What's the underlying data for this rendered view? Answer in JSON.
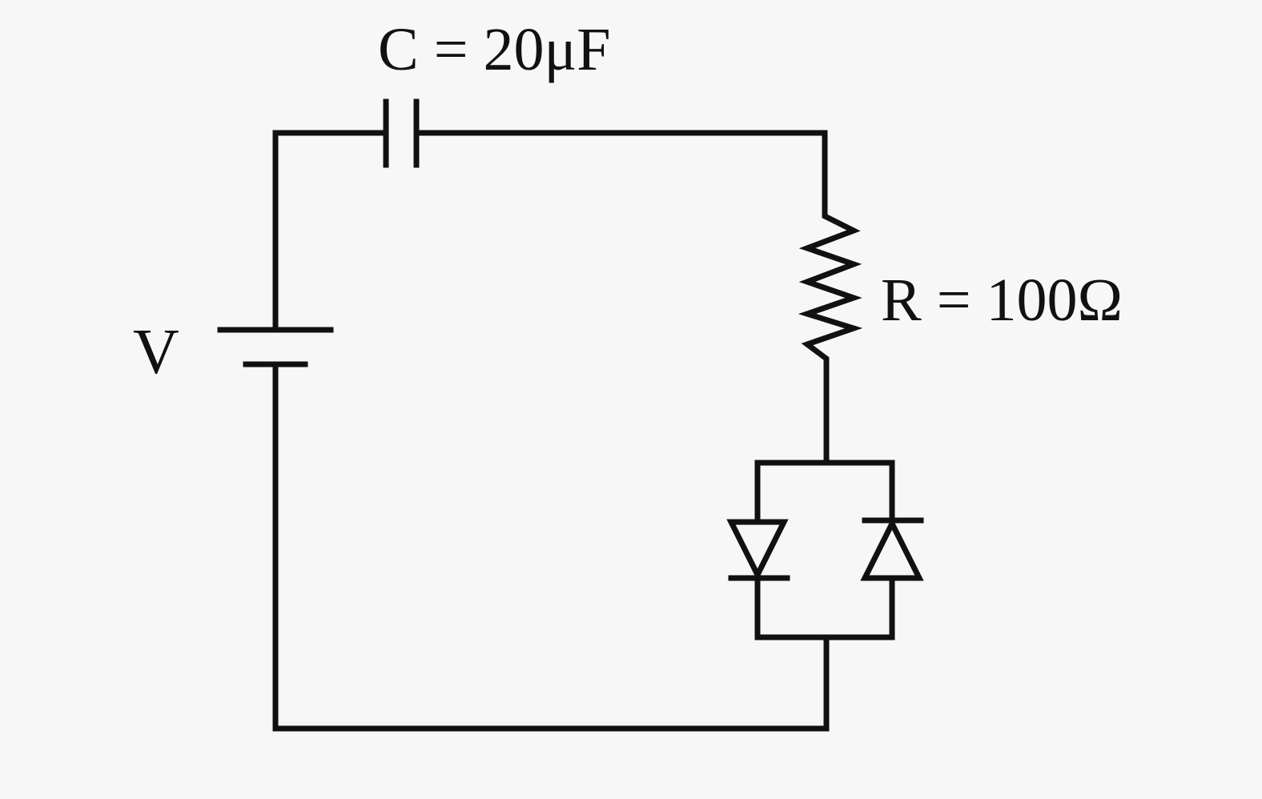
{
  "diagram": {
    "labels": {
      "capacitor": "C = 20μF",
      "resistor": "R = 100Ω",
      "source": "V"
    },
    "components": [
      {
        "type": "dc-voltage-source",
        "label_ref": "source"
      },
      {
        "type": "capacitor",
        "label_ref": "capacitor"
      },
      {
        "type": "resistor",
        "label_ref": "resistor"
      },
      {
        "type": "diode",
        "orientation": "pointing-down"
      },
      {
        "type": "diode",
        "orientation": "pointing-up"
      }
    ],
    "colors": {
      "background": "#f7f7f7",
      "ink": "#111111"
    }
  }
}
